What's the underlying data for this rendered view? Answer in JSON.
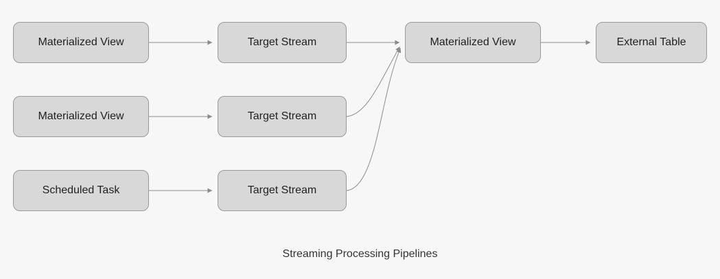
{
  "diagram": {
    "caption": "Streaming Processing Pipelines",
    "nodes": [
      {
        "id": "materialized-view-1",
        "label": "Materialized View"
      },
      {
        "id": "target-stream-1",
        "label": "Target Stream"
      },
      {
        "id": "materialized-view-final",
        "label": "Materialized View"
      },
      {
        "id": "external-table",
        "label": "External Table"
      },
      {
        "id": "materialized-view-2",
        "label": "Materialized View"
      },
      {
        "id": "target-stream-2",
        "label": "Target Stream"
      },
      {
        "id": "scheduled-task",
        "label": "Scheduled Task"
      },
      {
        "id": "target-stream-3",
        "label": "Target Stream"
      }
    ],
    "edges": [
      {
        "from": "materialized-view-1",
        "to": "target-stream-1"
      },
      {
        "from": "target-stream-1",
        "to": "materialized-view-final"
      },
      {
        "from": "materialized-view-final",
        "to": "external-table"
      },
      {
        "from": "materialized-view-2",
        "to": "target-stream-2"
      },
      {
        "from": "target-stream-2",
        "to": "materialized-view-final"
      },
      {
        "from": "scheduled-task",
        "to": "target-stream-3"
      },
      {
        "from": "target-stream-3",
        "to": "materialized-view-final"
      }
    ],
    "colors": {
      "background": "#f7f7f7",
      "node_fill": "#d8d8d8",
      "node_border": "#999999",
      "edge": "#8c8c8c",
      "node_text": "#1f1f1f",
      "caption_text": "#333333"
    }
  }
}
